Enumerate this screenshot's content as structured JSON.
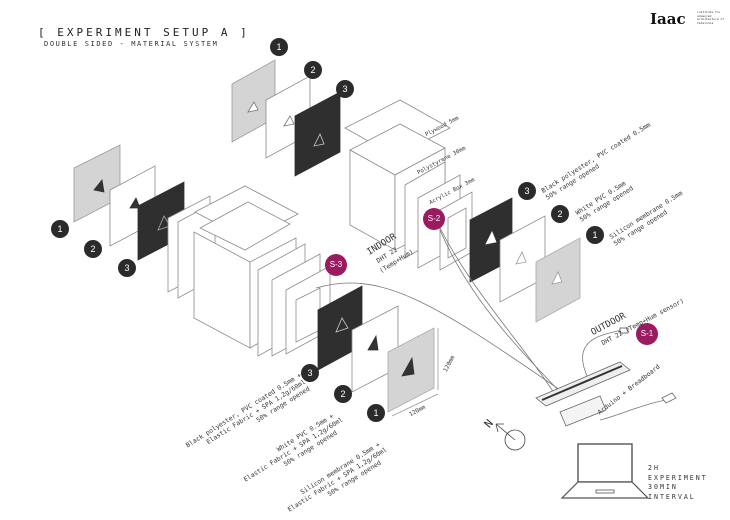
{
  "header": {
    "title": "[ EXPERIMENT SETUP  A ]",
    "subtitle": "DOUBLE SIDED - MATERIAL SYSTEM",
    "logo": "Iaac",
    "logo_sub": "institute for advanced architecture of Catalonia"
  },
  "colors": {
    "sensor": "#9a1b5f",
    "badge": "#2b2b2b",
    "panel_grey": "#d4d4d4",
    "panel_dark": "#2f2f2f",
    "line": "#888888"
  },
  "badges": [
    "1",
    "2",
    "3"
  ],
  "sensors": {
    "s1": "S-1",
    "s2": "S-2",
    "s3": "S-3"
  },
  "box_layers": {
    "plywood": "Plywood 5mm",
    "polystyrene": "Polystyrene 30mm",
    "acrylic": "Acrylic Box 3mm"
  },
  "indoor": {
    "title": "INDOOR",
    "line1": "DHT 22",
    "line2": "(Temp+Hum)"
  },
  "outdoor": {
    "title": "OUTDOOR",
    "line1": "DHT 22 (Temp+Hum sensor)"
  },
  "arduino": "Arduino + Breadboard",
  "dimensions": {
    "height": "120mm",
    "width": "120mm"
  },
  "right_labels": [
    {
      "num": "3",
      "line1": "Black polyester, PVC coated 0.5mm",
      "line2": "50% range opened"
    },
    {
      "num": "2",
      "line1": "White PVC 0.5mm",
      "line2": "50% range opened"
    },
    {
      "num": "1",
      "line1": "Silicon membrane 0.5mm",
      "line2": "50% range opened"
    }
  ],
  "bottom_labels": [
    {
      "num": "3",
      "line1": "Black polyester, PVC coated 0.5mm +",
      "line2": "Elastic Fabric + SPA 1,2g/60ml",
      "line3": "50% range opened"
    },
    {
      "num": "2",
      "line1": "White PVC  0.5mm +",
      "line2": "Elastic Fabric + SPA 1,2g/60ml",
      "line3": "50% range opened"
    },
    {
      "num": "1",
      "line1": "Silicon membrane 0.5mm +",
      "line2": "Elastic Fabric + SPA 1,2g/60ml",
      "line3": "50% range opened"
    }
  ],
  "compass": "N",
  "experiment": {
    "line1": "2H",
    "line2": "EXPERIMENT",
    "line3": "30MIN",
    "line4": "INTERVAL"
  }
}
